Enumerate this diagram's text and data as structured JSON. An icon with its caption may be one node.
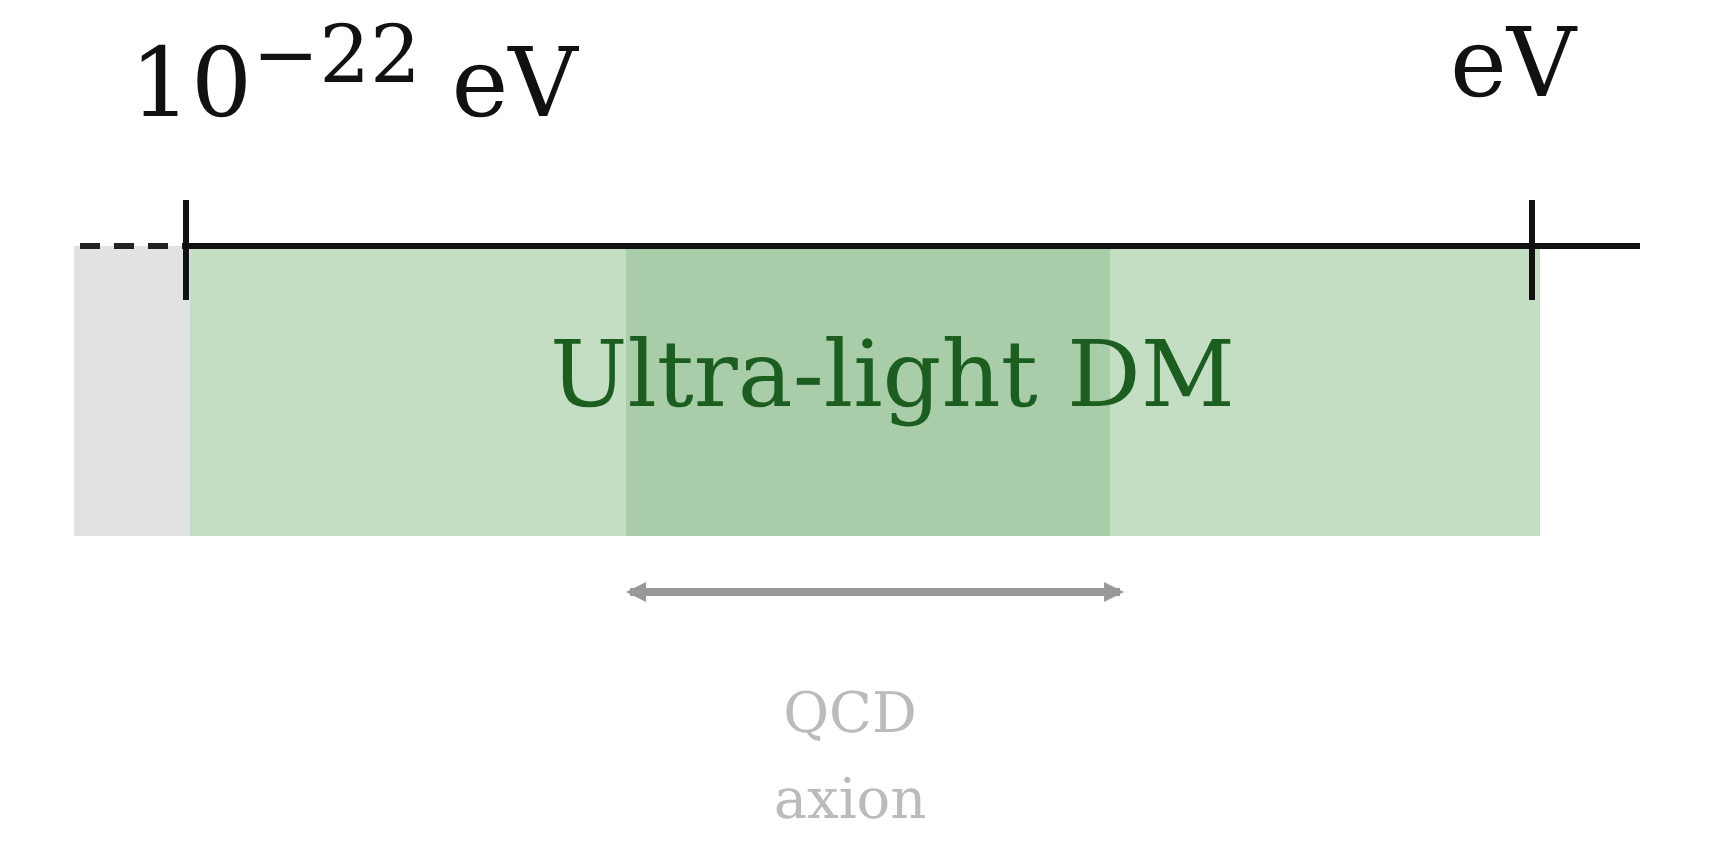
{
  "diagram": {
    "nodes": [
      {
        "text": [],
        "shape": "bar"
      },
      {
        "text": [
          "Ultra-light DM"
        ]
      }
    ],
    "labels": [
      "10$^{−22}$ eV",
      "eV",
      "QCD axion"
    ]
  }
}
